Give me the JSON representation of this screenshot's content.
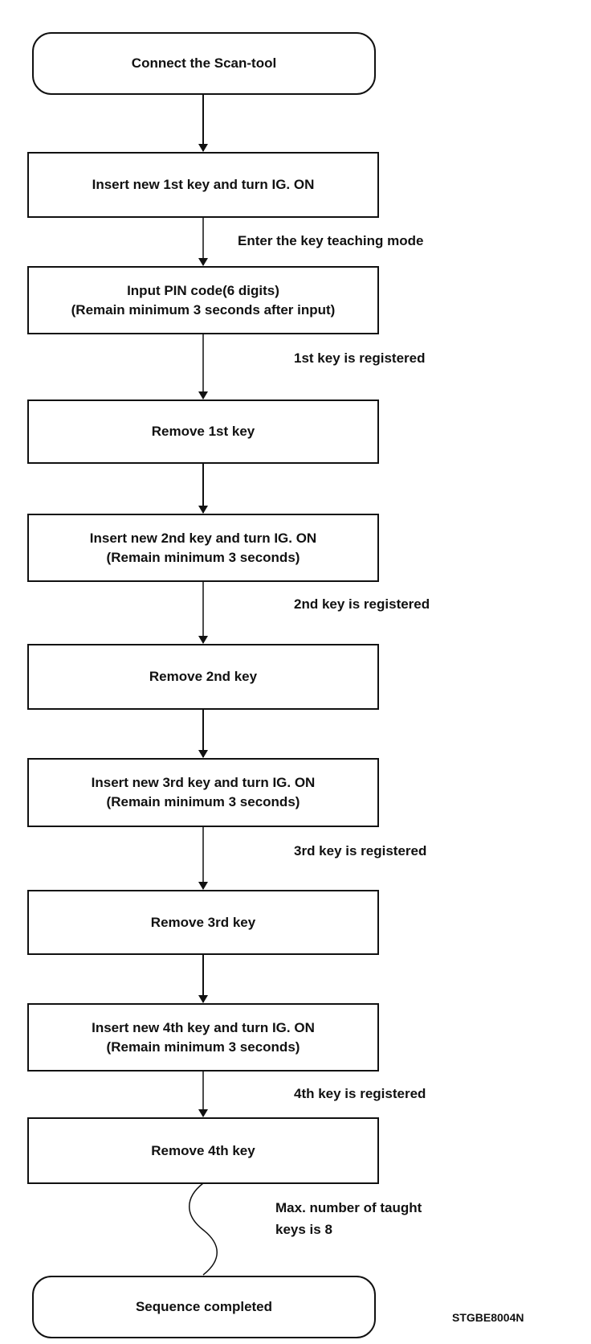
{
  "flowchart": {
    "steps": [
      {
        "lines": [
          "Connect the Scan-tool"
        ]
      },
      {
        "lines": [
          "Insert new 1st key and turn IG. ON"
        ]
      },
      {
        "lines": [
          "Input PIN code(6 digits)",
          "(Remain minimum 3 seconds after input)"
        ]
      },
      {
        "lines": [
          "Remove 1st key"
        ]
      },
      {
        "lines": [
          "Insert new 2nd key and turn IG. ON",
          "(Remain minimum 3 seconds)"
        ]
      },
      {
        "lines": [
          "Remove 2nd key"
        ]
      },
      {
        "lines": [
          "Insert new 3rd key and turn IG. ON",
          "(Remain minimum 3 seconds)"
        ]
      },
      {
        "lines": [
          "Remove 3rd key"
        ]
      },
      {
        "lines": [
          "Insert new 4th key and turn IG. ON",
          "(Remain minimum 3 seconds)"
        ]
      },
      {
        "lines": [
          "Remove 4th key"
        ]
      },
      {
        "lines": [
          "Sequence completed"
        ]
      }
    ],
    "notes": {
      "teaching_mode": "Enter the key teaching mode",
      "key1": "1st key is registered",
      "key2": "2nd key is registered",
      "key3": "3rd key is registered",
      "key4": "4th key is registered",
      "max_line1": "Max. number of taught",
      "max_line2": "keys is 8"
    }
  },
  "figure_id": "STGBE8004N"
}
